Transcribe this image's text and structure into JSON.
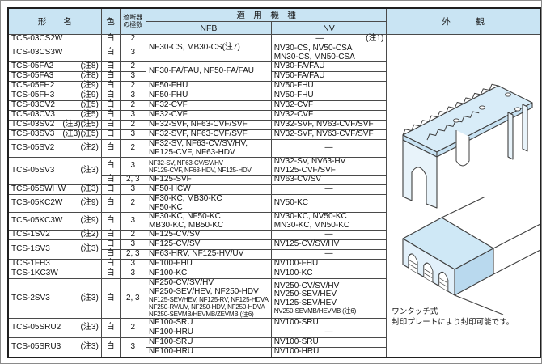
{
  "colors": {
    "header_bg": "#c9e4f3",
    "inner_border": "#4a4a4a",
    "outer_border": "#1f1f1f",
    "illustration_fill": "#d8ecf8",
    "illustration_fill_light": "#e8f3fa",
    "illustration_fill_dark": "#b9d9ee",
    "illustration_stroke": "#3f3f3f",
    "text": "#111111"
  },
  "table": {
    "header": {
      "name": "形　　名",
      "color": "色",
      "poles1": "遮断器",
      "poles2": "の極数",
      "applicable": "適　用　機　種",
      "nfb": "NFB",
      "nv": "NV",
      "appearance": "外　　　観"
    },
    "rows": [
      [
        {
          "c": "name",
          "m": "TCS-03CS2W",
          "n": ""
        },
        {
          "c": "color",
          "t": "白"
        },
        {
          "c": "poles",
          "t": "2"
        },
        {
          "c": "nfb",
          "rs": 2,
          "lines": [
            "NF30-CS, MB30-CS(注7)"
          ]
        },
        {
          "c": "nv",
          "dash": true,
          "note": "(注1)"
        }
      ],
      [
        {
          "c": "name",
          "m": "TCS-03CS3W",
          "n": ""
        },
        {
          "c": "color",
          "t": "白"
        },
        {
          "c": "poles",
          "t": "3"
        },
        {
          "c": "nv",
          "lines": [
            "NV30-CS, NV50-CSA",
            "MN30-CS, MN50-CSA"
          ]
        }
      ],
      [
        {
          "c": "name",
          "m": "TCS-05FA2",
          "n": "(注8)"
        },
        {
          "c": "color",
          "t": "白"
        },
        {
          "c": "poles",
          "t": "2"
        },
        {
          "c": "nfb",
          "rs": 2,
          "lines": [
            "NF30-FA/FAU, NF50-FA/FAU"
          ]
        },
        {
          "c": "nv",
          "lines": [
            "NV30-FA/FAU"
          ]
        }
      ],
      [
        {
          "c": "name",
          "m": "TCS-05FA3",
          "n": "(注8)"
        },
        {
          "c": "color",
          "t": "白"
        },
        {
          "c": "poles",
          "t": "3"
        },
        {
          "c": "nv",
          "lines": [
            "NV50-FA/FAU"
          ]
        }
      ],
      [
        {
          "c": "name",
          "m": "TCS-05FH2",
          "n": "(注9)"
        },
        {
          "c": "color",
          "t": "白"
        },
        {
          "c": "poles",
          "t": "2"
        },
        {
          "c": "nfb",
          "lines": [
            "NF50-FHU"
          ]
        },
        {
          "c": "nv",
          "lines": [
            "NV50-FHU"
          ]
        }
      ],
      [
        {
          "c": "name",
          "m": "TCS-05FH3",
          "n": "(注9)"
        },
        {
          "c": "color",
          "t": "白"
        },
        {
          "c": "poles",
          "t": "3"
        },
        {
          "c": "nfb",
          "lines": [
            "NF50-FHU"
          ]
        },
        {
          "c": "nv",
          "lines": [
            "NV50-FHU"
          ]
        }
      ],
      [
        {
          "c": "name",
          "m": "TCS-03CV2",
          "n": "(注5)"
        },
        {
          "c": "color",
          "t": "白"
        },
        {
          "c": "poles",
          "t": "2"
        },
        {
          "c": "nfb",
          "lines": [
            "NF32-CVF"
          ]
        },
        {
          "c": "nv",
          "lines": [
            "NV32-CVF"
          ]
        }
      ],
      [
        {
          "c": "name",
          "m": "TCS-03CV3",
          "n": "(注5)"
        },
        {
          "c": "color",
          "t": "白"
        },
        {
          "c": "poles",
          "t": "3"
        },
        {
          "c": "nfb",
          "lines": [
            "NF32-CVF"
          ]
        },
        {
          "c": "nv",
          "lines": [
            "NV32-CVF"
          ]
        }
      ],
      [
        {
          "c": "name",
          "m": "TCS-03SV2",
          "n": "(注3)(注5)"
        },
        {
          "c": "color",
          "t": "白"
        },
        {
          "c": "poles",
          "t": "2"
        },
        {
          "c": "nfb",
          "lines": [
            "NF32-SVF, NF63-CVF/SVF"
          ]
        },
        {
          "c": "nv",
          "lines": [
            "NV32-SVF, NV63-CVF/SVF"
          ]
        }
      ],
      [
        {
          "c": "name",
          "m": "TCS-03SV3",
          "n": "(注3)(注5)"
        },
        {
          "c": "color",
          "t": "白"
        },
        {
          "c": "poles",
          "t": "3"
        },
        {
          "c": "nfb",
          "lines": [
            "NF32-SVF, NF63-CVF/SVF"
          ]
        },
        {
          "c": "nv",
          "lines": [
            "NV32-SVF, NV63-CVF/SVF"
          ]
        }
      ],
      [
        {
          "c": "name",
          "m": "TCS-05SV2",
          "n": "(注2)"
        },
        {
          "c": "color",
          "t": "白"
        },
        {
          "c": "poles",
          "t": "2"
        },
        {
          "c": "nfb",
          "lines": [
            "NF32-SV, NF63-CV/SV/HV,",
            "NF125-CVF, NF63-HDV"
          ]
        },
        {
          "c": "nv",
          "dash": true
        }
      ],
      [
        {
          "c": "name",
          "m": "TCS-05SV3",
          "n": "(注3)",
          "rs": 2
        },
        {
          "c": "color",
          "t": "白"
        },
        {
          "c": "poles",
          "t": "3"
        },
        {
          "c": "nfb",
          "lines": [
            "NF32-SV, NF63-CV/SV/HV",
            "NF125-CVF, NF63-HDV, NF125-HDV"
          ],
          "smallFrom": 0
        },
        {
          "c": "nv",
          "lines": [
            "NV32-SV, NV63-HV",
            "NV125-CVF/SVF"
          ]
        }
      ],
      [
        {
          "c": "color",
          "t": "白"
        },
        {
          "c": "poles",
          "t": "2, 3"
        },
        {
          "c": "nfb",
          "lines": [
            "NF125-SVF"
          ]
        },
        {
          "c": "nv",
          "lines": [
            "NV63-CV/SV"
          ]
        }
      ],
      [
        {
          "c": "name",
          "m": "TCS-05SWHW",
          "n": "(注3)"
        },
        {
          "c": "color",
          "t": "白"
        },
        {
          "c": "poles",
          "t": "3"
        },
        {
          "c": "nfb",
          "lines": [
            "NF50-HCW"
          ]
        },
        {
          "c": "nv",
          "dash": true
        }
      ],
      [
        {
          "c": "name",
          "m": "TCS-05KC2W",
          "n": "(注9)"
        },
        {
          "c": "color",
          "t": "白"
        },
        {
          "c": "poles",
          "t": "2"
        },
        {
          "c": "nfb",
          "lines": [
            "NF30-KC, MB30-KC",
            "NF50-KC"
          ]
        },
        {
          "c": "nv",
          "lines": [
            "NV50-KC"
          ]
        }
      ],
      [
        {
          "c": "name",
          "m": "TCS-05KC3W",
          "n": "(注9)"
        },
        {
          "c": "color",
          "t": "白"
        },
        {
          "c": "poles",
          "t": "3"
        },
        {
          "c": "nfb",
          "lines": [
            "NF30-KC, NF50-KC",
            "MB30-KC, MB50-KC"
          ]
        },
        {
          "c": "nv",
          "lines": [
            "NV30-KC, NV50-KC",
            "MN30-KC, MN50-KC"
          ]
        }
      ],
      [
        {
          "c": "name",
          "m": "TCS-1SV2",
          "n": "(注2)"
        },
        {
          "c": "color",
          "t": "白"
        },
        {
          "c": "poles",
          "t": "2"
        },
        {
          "c": "nfb",
          "lines": [
            "NF125-CV/SV"
          ]
        },
        {
          "c": "nv",
          "dash": true
        }
      ],
      [
        {
          "c": "name",
          "m": "TCS-1SV3",
          "n": "(注3)",
          "rs": 2
        },
        {
          "c": "color",
          "t": "白"
        },
        {
          "c": "poles",
          "t": "3"
        },
        {
          "c": "nfb",
          "lines": [
            "NF125-CV/SV"
          ]
        },
        {
          "c": "nv",
          "lines": [
            "NV125-CV/SV/HV"
          ]
        }
      ],
      [
        {
          "c": "color",
          "t": "白"
        },
        {
          "c": "poles",
          "t": "2, 3"
        },
        {
          "c": "nfb",
          "lines": [
            "NF63-HRV, NF125-HV/UV"
          ]
        },
        {
          "c": "nv",
          "dash": true
        }
      ],
      [
        {
          "c": "name",
          "m": "TCS-1FH3",
          "n": ""
        },
        {
          "c": "color",
          "t": "白"
        },
        {
          "c": "poles",
          "t": "3"
        },
        {
          "c": "nfb",
          "lines": [
            "NF100-FHU"
          ]
        },
        {
          "c": "nv",
          "lines": [
            "NV100-FHU"
          ]
        }
      ],
      [
        {
          "c": "name",
          "m": "TCS-1KC3W",
          "n": ""
        },
        {
          "c": "color",
          "t": "白"
        },
        {
          "c": "poles",
          "t": "3"
        },
        {
          "c": "nfb",
          "lines": [
            "NF100-KC"
          ]
        },
        {
          "c": "nv",
          "lines": [
            "NV100-KC"
          ]
        }
      ],
      [
        {
          "c": "name",
          "m": "TCS-2SV3",
          "n": "(注3)"
        },
        {
          "c": "color",
          "t": "白"
        },
        {
          "c": "poles",
          "t": "2, 3"
        },
        {
          "c": "nfb",
          "lines": [
            "NF250-CV/SV/HV",
            "NF250-SEV/HEV, NF250-HDV",
            "NF125-SEV/HEV, NF125-RV, NF125-HDVA",
            "NF250-RV/UV, NF250-HDV, NF250-HDVA",
            "NF250-SEVMB/HEVMB/ZEVMB (注6)"
          ],
          "smallFrom": 2
        },
        {
          "c": "nv",
          "lines": [
            "NV250-CV/SV/HV",
            "NV250-SEV/HEV",
            "NV125-SEV/HEV",
            "NV250-SEVMB/HEVMB (注6)"
          ],
          "smallFrom": 3
        }
      ],
      [
        {
          "c": "name",
          "m": "TCS-05SRU2",
          "n": "(注3)",
          "rs": 2
        },
        {
          "c": "color",
          "t": "白",
          "rs": 2
        },
        {
          "c": "poles",
          "t": "2",
          "rs": 2
        },
        {
          "c": "nfb",
          "lines": [
            "NF100-SRU"
          ]
        },
        {
          "c": "nv",
          "lines": [
            "NV100-SRU"
          ]
        }
      ],
      [
        {
          "c": "nfb",
          "lines": [
            "NF100-HRU"
          ]
        },
        {
          "c": "nv",
          "dash": true
        }
      ],
      [
        {
          "c": "name",
          "m": "TCS-05SRU3",
          "n": "(注3)",
          "rs": 2
        },
        {
          "c": "color",
          "t": "白",
          "rs": 2
        },
        {
          "c": "poles",
          "t": "3",
          "rs": 2
        },
        {
          "c": "nfb",
          "lines": [
            "NF100-SRU"
          ]
        },
        {
          "c": "nv",
          "lines": [
            "NV100-SRU"
          ]
        }
      ],
      [
        {
          "c": "nfb",
          "lines": [
            "NF100-HRU"
          ]
        },
        {
          "c": "nv",
          "lines": [
            "NV100-HRU"
          ]
        }
      ]
    ],
    "dash_symbol": "—"
  },
  "appearance": {
    "illustration_top": "flat-terminal-cover-line-drawing",
    "illustration_bottom": "arched-terminal-cover-line-drawing",
    "note1": "ワンタッチ式",
    "note2": "封印プレートにより封印可能です。"
  }
}
